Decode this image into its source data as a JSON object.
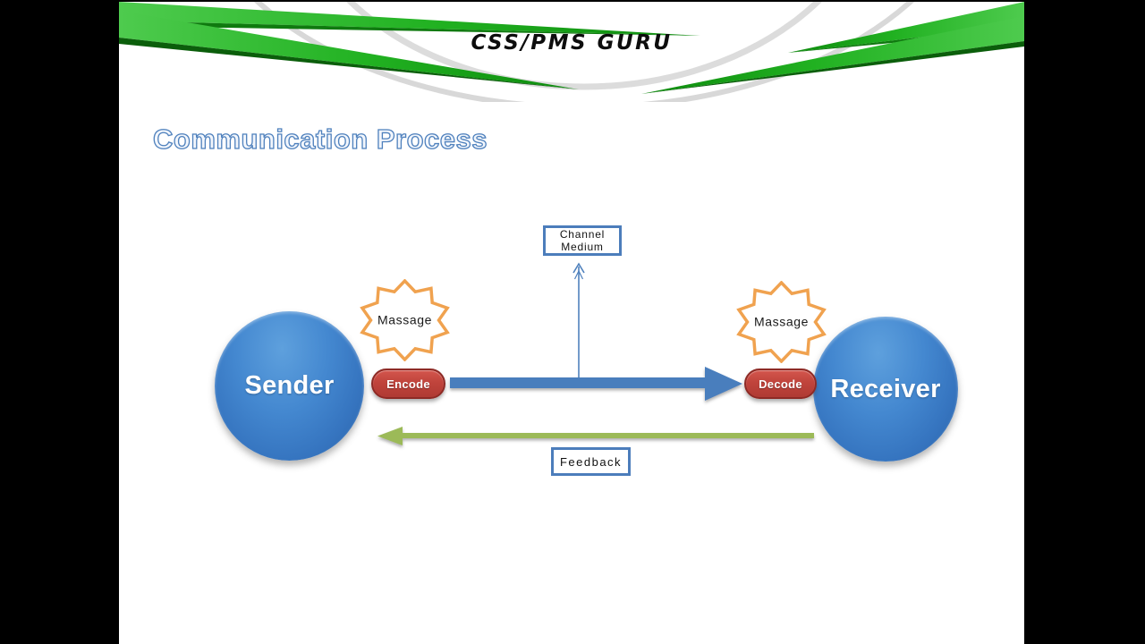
{
  "brand": {
    "text": "CSS/PMS GURU"
  },
  "title": {
    "text": "Communication Process"
  },
  "diagram": {
    "sender": "Sender",
    "receiver": "Receiver",
    "encode": "Encode",
    "decode": "Decode",
    "message_left": "Massage",
    "message_right": "Massage",
    "channel_line1": "Channel",
    "channel_line2": "Medium",
    "feedback": "Feedback"
  },
  "colors": {
    "accent_blue_border": "#4c7dbb",
    "arrow_blue": "#4a7ebd",
    "feedback_green": "#9cba58",
    "star_orange": "#f0a24f",
    "pill_red": "#c0443c",
    "pill_red_border": "#8e2a25",
    "circle_blue": "#4488d0",
    "swoosh_green_bright": "#4ecb4e",
    "swoosh_green_dark": "#0d8a0d",
    "title_outline_blue": "#4f81bd",
    "gray_arc": "#dcdcdc"
  }
}
